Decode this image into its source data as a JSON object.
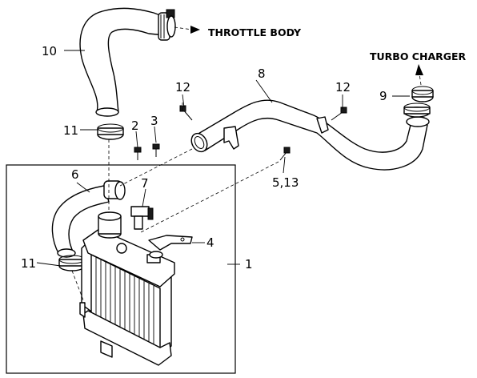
{
  "callouts": {
    "c1": "1",
    "c2": "2",
    "c3": "3",
    "c4": "4",
    "c5_13": "5,13",
    "c6": "6",
    "c7": "7",
    "c8": "8",
    "c9": "9",
    "c10": "10",
    "c11_top": "11",
    "c11_bottom": "11",
    "c12_left": "12",
    "c12_right": "12"
  },
  "destinations": {
    "throttle_body": "THROTTLE BODY",
    "turbo_charger": "TURBO CHARGER"
  }
}
